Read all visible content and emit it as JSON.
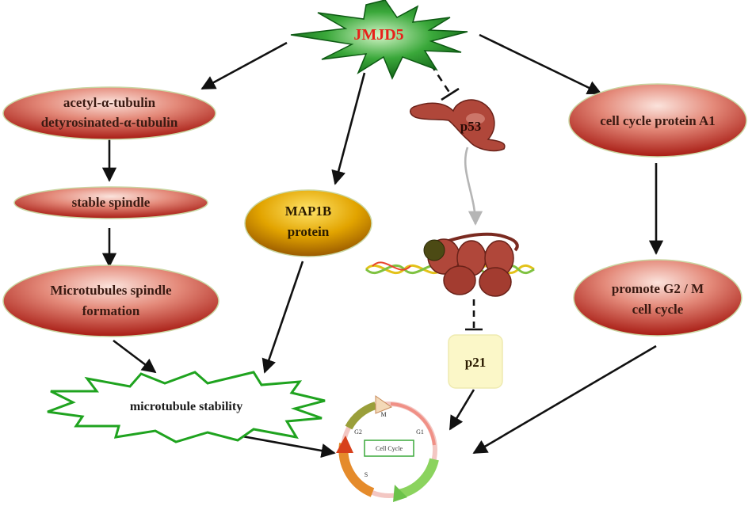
{
  "hub": {
    "label": "JMJD5"
  },
  "nodes": {
    "tubulin": {
      "line1": "acetyl-α-tubulin",
      "line2": "detyrosinated-α-tubulin"
    },
    "stable_spindle": {
      "label": "stable spindle"
    },
    "microtubules_spindle": {
      "line1": "Microtubules spindle",
      "line2": "formation"
    },
    "map1b": {
      "line1": "MAP1B",
      "line2": "protein"
    },
    "p53": {
      "label": "p53"
    },
    "p21": {
      "label": "p21"
    },
    "cyclin_a1": {
      "label": "cell cycle protein A1"
    },
    "g2m": {
      "line1": "promote G2 / M",
      "line2": "cell cycle"
    },
    "microtubule_stability": {
      "label": "microtubule stability"
    }
  },
  "cell_cycle": {
    "center": "Cell Cycle",
    "phases": {
      "g2": "G2",
      "m": "M",
      "g1": "G1",
      "s": "S"
    }
  },
  "colors": {
    "hub_fill": "#1f8a2c",
    "hub_text": "#e8201a",
    "ellipse_red": "#b5281f",
    "ellipse_gold": "#c98a00",
    "p21_box": "#fbf7c8",
    "starburst_outline": "#1fa31f",
    "p53_protein": "#b0473a"
  }
}
